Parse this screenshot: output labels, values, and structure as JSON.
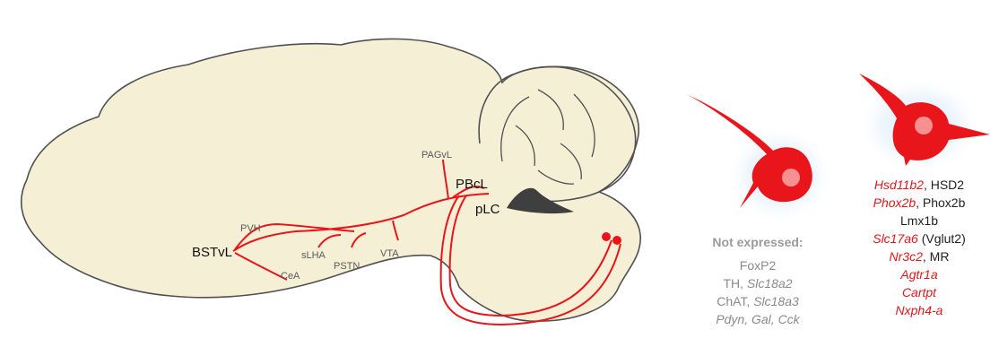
{
  "brain_labels": {
    "bstvl": "BSTvL",
    "pvh": "PVH",
    "slha": "sLHA",
    "cea": "CeA",
    "pstn": "PSTN",
    "vta": "VTA",
    "pagvl": "PAGvL",
    "pbcl": "PBcL",
    "plc": "pLC"
  },
  "not_expressed": {
    "header": "Not expressed:",
    "line1": "FoxP2",
    "line2_plain": "TH, ",
    "line2_italic": "Slc18a2",
    "line3_plain": "ChAT, ",
    "line3_italic": "Slc18a3",
    "line4_italic": "Pdyn, Gal, Cck"
  },
  "expressed": {
    "line1_italic": "Hsd11b2",
    "line1_plain": ", HSD2",
    "line2_italic": "Phox2b",
    "line2_plain": ", Phox2b",
    "line3_plain": "Lmx1b",
    "line4_italic": "Slc17a6",
    "line4_plain": " (Vglut2)",
    "line5_italic": "Nr3c2",
    "line5_plain": ", MR",
    "line6_italic": "Agtr1a",
    "line7_italic": "Cartpt",
    "line8_italic": "Nxph4-a"
  },
  "colors": {
    "brain_fill": "#f5efd6",
    "brain_stroke": "#505050",
    "projection": "#e8161a",
    "neuron": "#e8161a",
    "nucleus": "#f79090",
    "glow": "#cfe6f7",
    "ventricle": "#3f3f3f"
  }
}
